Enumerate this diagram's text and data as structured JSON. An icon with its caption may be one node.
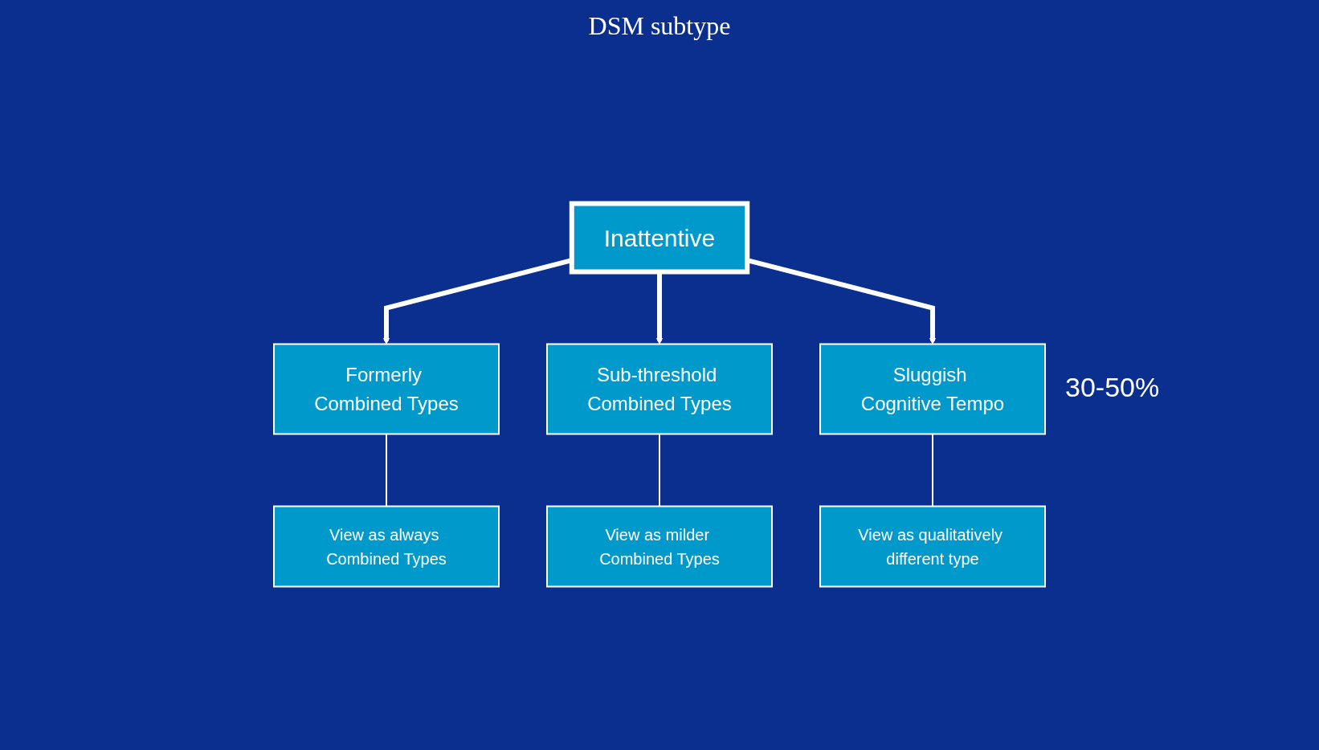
{
  "diagram": {
    "title": "DSM subtype",
    "nodes": [
      {
        "text": [
          "Inattentive"
        ]
      },
      {
        "text": [
          "Formerly Combined Types"
        ]
      },
      {
        "text": [
          "Sub-threshold Combined Types"
        ]
      },
      {
        "text": [
          "Sluggish Cognitive Tempo"
        ],
        "beside": [
          "30-50%"
        ]
      },
      {
        "text": [
          "View as always Combined Types"
        ]
      },
      {
        "text": [
          "View as milder Combined Types"
        ]
      },
      {
        "text": [
          "View as qualitatively different type"
        ]
      }
    ],
    "edges": [
      {
        "from": 0,
        "to": 1,
        "arrow": "to",
        "style": "thick"
      },
      {
        "from": 0,
        "to": 2,
        "arrow": "to",
        "style": "thick"
      },
      {
        "from": 0,
        "to": 3,
        "arrow": "to",
        "style": "thick"
      },
      {
        "from": 1,
        "to": 4,
        "arrow": "none"
      },
      {
        "from": 2,
        "to": 5,
        "arrow": "none"
      },
      {
        "from": 3,
        "to": 6,
        "arrow": "none"
      }
    ]
  }
}
